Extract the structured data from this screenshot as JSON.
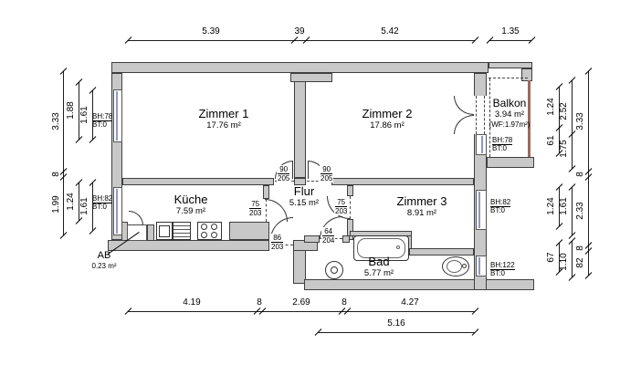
{
  "drawing_type": "floor-plan",
  "rooms": [
    {
      "name": "Zimmer 1",
      "area": "17.76 m²"
    },
    {
      "name": "Zimmer 2",
      "area": "17.86 m²"
    },
    {
      "name": "Zimmer 3",
      "area": "8.91 m²"
    },
    {
      "name": "Küche",
      "area": "7.59 m²"
    },
    {
      "name": "Flur",
      "area": "5.15 m²"
    },
    {
      "name": "Bad",
      "area": "5.77 m²"
    },
    {
      "name": "Balkon",
      "area": "3.94 m²",
      "extra": "(WF:1.97m²)"
    },
    {
      "name": "AB",
      "area": "0.23 m²"
    }
  ],
  "windows": [
    {
      "bh": "BH:78",
      "bt": "BT:0"
    },
    {
      "bh": "BH:82",
      "bt": "BT:0"
    },
    {
      "bh": "BH:78",
      "bt": "BT:0"
    },
    {
      "bh": "BH:82",
      "bt": "BT:0"
    },
    {
      "bh": "BH:122",
      "bt": "BT:0"
    }
  ],
  "doors": [
    {
      "w": "90",
      "h": "205"
    },
    {
      "w": "90",
      "h": "205"
    },
    {
      "w": "75",
      "h": "203"
    },
    {
      "w": "75",
      "h": "203"
    },
    {
      "w": "86",
      "h": "203"
    },
    {
      "w": "64",
      "h": "204"
    }
  ],
  "dims": {
    "top": [
      "5.39",
      "39",
      "5.42",
      "1.35"
    ],
    "bottom": [
      "4.19",
      "8",
      "2.69",
      "8",
      "4.27"
    ],
    "bottom2": "5.16",
    "left_outer": [
      "3.33",
      "8",
      "1.99"
    ],
    "left_inner": [
      "1.88",
      "1.61",
      "1.24",
      "1.61"
    ],
    "right_col1": [
      "1.24",
      "61",
      "1.24",
      "67"
    ],
    "right_col2": [
      "2.52",
      "1.75",
      "1.61",
      "1.10"
    ],
    "right_col3": [
      "3.33",
      "8",
      "2.33",
      "8",
      "82"
    ]
  },
  "colors": {
    "wall_fill": "#c8c8c8",
    "wall_outline": "#3f3f3f",
    "window_glass": "#9196c8",
    "balcony_rail": "#9a6a60",
    "background": "#ffffff"
  }
}
